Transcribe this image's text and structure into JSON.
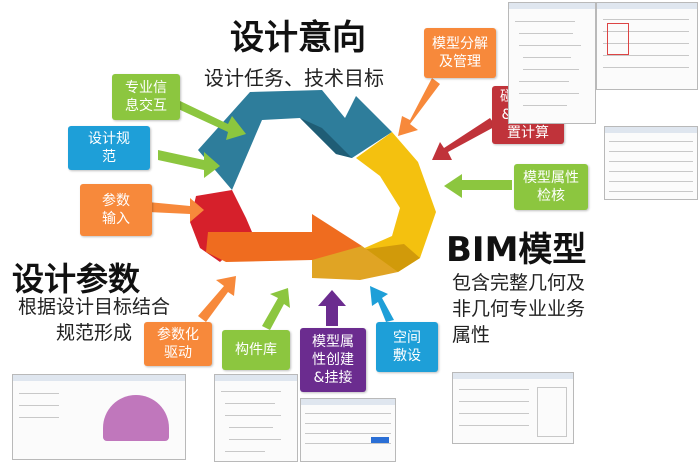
{
  "top": {
    "title": "设计意向",
    "subtitle": "设计任务、技术目标"
  },
  "left": {
    "title": "设计参数",
    "subtitle": "根据设计目标结合\n规范形成"
  },
  "right": {
    "title": "BIM模型",
    "subtitle": "包含完整几何及\n非几何专业业务\n属性"
  },
  "boxes": {
    "b1": "专业信\n息交互",
    "b2": "设计规\n范",
    "b3": "参数\n输入",
    "b4": "模型分解\n及管理",
    "b5": "碰撞检查\n&空间位\n置计算",
    "b6": "模型属性\n检核",
    "b7": "参数化\n驱动",
    "b8": "构件库",
    "b9": "模型属\n性创建\n&挂接",
    "b10": "空间\n敷设"
  },
  "colors": {
    "green": "#8cc63f",
    "blue": "#1e9fd8",
    "orange": "#f7893b",
    "red": "#c0333a",
    "purple": "#6b2c8f",
    "cycle_teal": "#2e7d9b",
    "cycle_yellow": "#f4c10f",
    "cycle_red": "#d6202b",
    "cycle_orange": "#ef6c1f"
  }
}
